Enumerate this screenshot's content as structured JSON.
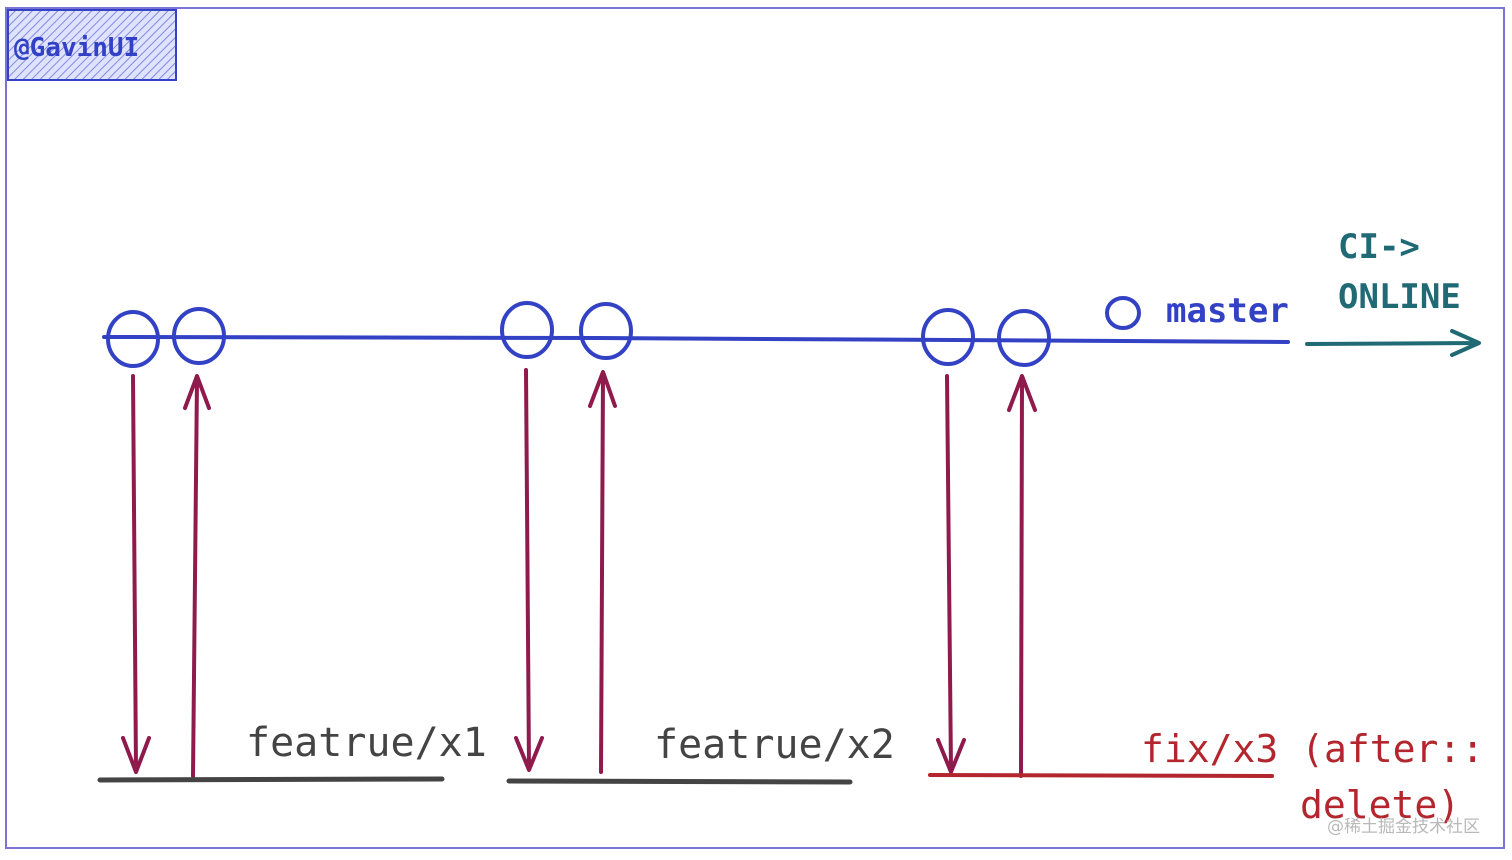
{
  "badge": {
    "text": "@GavinUI"
  },
  "master": {
    "label": "master"
  },
  "ci": {
    "line1": "CI->",
    "line2": "ONLINE"
  },
  "branches": [
    {
      "label": "featrue/x1"
    },
    {
      "label": "featrue/x2"
    },
    {
      "label": "fix/x3 (after::",
      "label2": "delete)"
    }
  ],
  "watermark": "@稀土掘金技术社区",
  "colors": {
    "master": "#3342c4",
    "arrow": "#8e1b4b",
    "branch": "#444444",
    "fix": "#b3262e",
    "ci": "#1f6a74",
    "frame": "#7b73d6"
  }
}
